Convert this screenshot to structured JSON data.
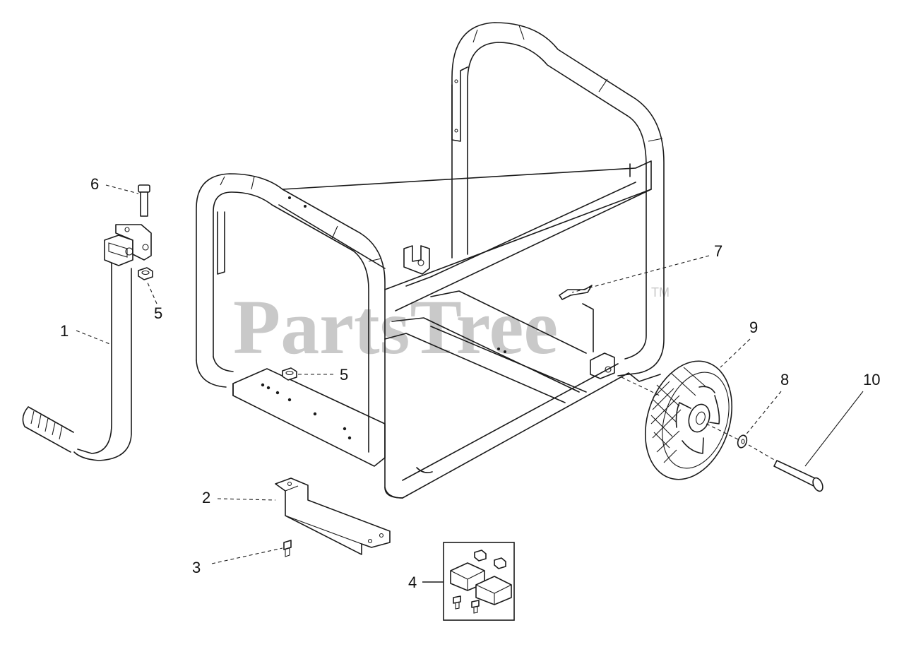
{
  "watermark": {
    "text": "PartsTree",
    "tm": "TM"
  },
  "callouts": [
    {
      "id": "c1",
      "label": "1"
    },
    {
      "id": "c2",
      "label": "2"
    },
    {
      "id": "c3",
      "label": "3"
    },
    {
      "id": "c4",
      "label": "4"
    },
    {
      "id": "c5a",
      "label": "5"
    },
    {
      "id": "c5b",
      "label": "5"
    },
    {
      "id": "c6",
      "label": "6"
    },
    {
      "id": "c7",
      "label": "7"
    },
    {
      "id": "c8",
      "label": "8"
    },
    {
      "id": "c9",
      "label": "9"
    },
    {
      "id": "c10",
      "label": "10"
    }
  ],
  "parts": [
    {
      "callout": "1",
      "name": "handle"
    },
    {
      "callout": "2",
      "name": "support-bracket"
    },
    {
      "callout": "3",
      "name": "screw"
    },
    {
      "callout": "4",
      "name": "vibration-mount-kit"
    },
    {
      "callout": "5",
      "name": "nut"
    },
    {
      "callout": "6",
      "name": "bolt"
    },
    {
      "callout": "7",
      "name": "cable-tie"
    },
    {
      "callout": "8",
      "name": "washer"
    },
    {
      "callout": "9",
      "name": "wheel"
    },
    {
      "callout": "10",
      "name": "axle-pin"
    }
  ]
}
